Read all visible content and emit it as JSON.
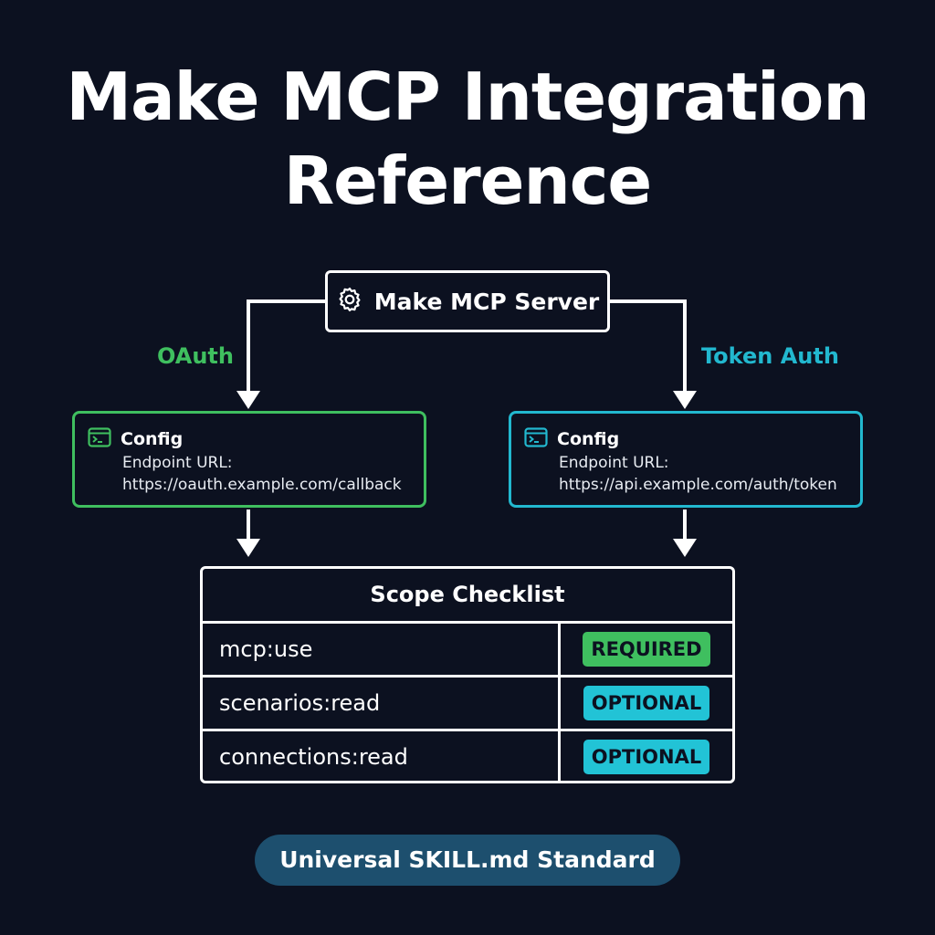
{
  "title_lines": [
    "Make MCP Integration",
    "Reference"
  ],
  "server": {
    "label": "Make MCP Server",
    "icon": "gear-icon"
  },
  "branches": [
    {
      "label": "OAuth",
      "color": "#3fbf5f",
      "config": {
        "icon": "terminal-icon",
        "title": "Config",
        "field_label": "Endpoint URL:",
        "field_value": "https://oauth.example.com/callback"
      }
    },
    {
      "label": "Token Auth",
      "color": "#22b8cf",
      "config": {
        "icon": "terminal-icon",
        "title": "Config",
        "field_label": "Endpoint URL:",
        "field_value": "https://api.example.com/auth/token"
      }
    }
  ],
  "checklist": {
    "title": "Scope Checklist",
    "rows": [
      {
        "scope": "mcp:use",
        "badge": "REQUIRED",
        "badge_color": "#3fbf5f"
      },
      {
        "scope": "scenarios:read",
        "badge": "OPTIONAL",
        "badge_color": "#22c3d6"
      },
      {
        "scope": "connections:read",
        "badge": "OPTIONAL",
        "badge_color": "#22c3d6"
      }
    ]
  },
  "footer": {
    "label": "Universal SKILL.md Standard",
    "color": "#1d4f6e"
  },
  "colors": {
    "background": "#0c1120",
    "line": "#ffffff"
  }
}
